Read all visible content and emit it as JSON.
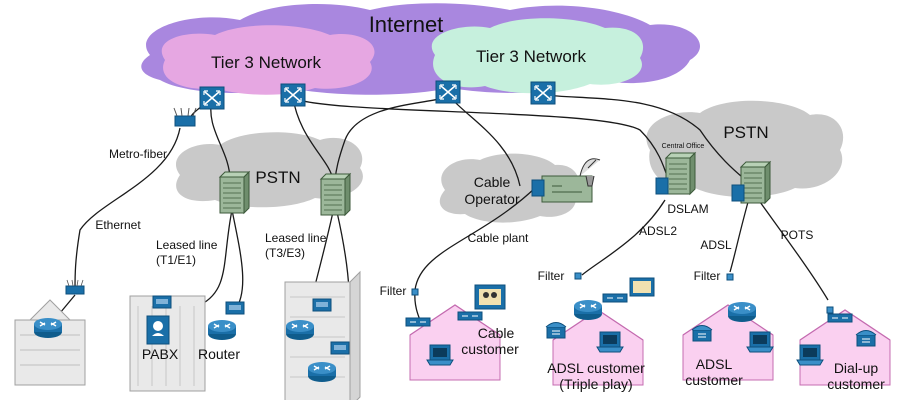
{
  "labels": {
    "internet": "Internet",
    "tier3_left": "Tier 3 Network",
    "tier3_right": "Tier 3 Network",
    "pstn_left": "PSTN",
    "pstn_right": "PSTN",
    "central_office": "Central Office",
    "metro_fiber": "Metro-fiber",
    "ethernet": "Ethernet",
    "leased_line_1": "Leased line",
    "leased_line_1_sub": "(T1/E1)",
    "leased_line_2": "Leased line",
    "leased_line_2_sub": "(T3/E3)",
    "cable_operator_1": "Cable",
    "cable_operator_2": "Operator",
    "cable_plant": "Cable plant",
    "dslam": "DSLAM",
    "adsl2": "ADSL2",
    "adsl": "ADSL",
    "pots": "POTS",
    "filter_1": "Filter",
    "filter_2": "Filter",
    "filter_3": "Filter",
    "pabx": "PABX",
    "router": "Router",
    "cable_customer_1": "Cable",
    "cable_customer_2": "customer",
    "adsl_triple_1": "ADSL customer",
    "adsl_triple_2": "(Triple play)",
    "adsl_customer_1": "ADSL",
    "adsl_customer_2": "customer",
    "dialup_1": "Dial-up",
    "dialup_2": "customer"
  },
  "colors": {
    "internet_cloud": "#a987df",
    "tier3_left_cloud": "#e6a7e2",
    "tier3_right_cloud": "#c6f0dd",
    "pstn_cloud": "#c9c9c9",
    "router_blue": "#1a6fa8",
    "switch_green": "#9cb79a",
    "house_pink": "#fad0f0",
    "building_gray": "#e9e9e9"
  },
  "icons": [
    "router-icon",
    "switch-icon",
    "building-icon",
    "house-icon",
    "computer-icon",
    "phone-icon",
    "tv-icon",
    "satellite-dish-icon",
    "filter-icon",
    "modem-icon",
    "pabx-icon",
    "access-point-icon"
  ]
}
